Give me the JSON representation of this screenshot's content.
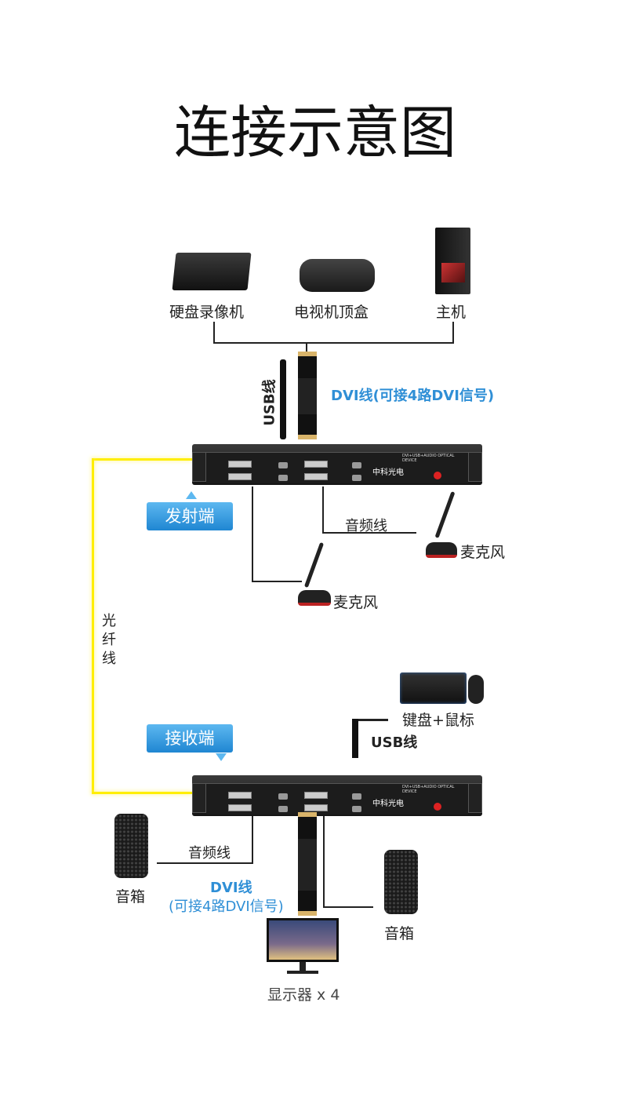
{
  "title": "连接示意图",
  "sources": {
    "dvr": "硬盘录像机",
    "stb": "电视机顶盒",
    "pc": "主机"
  },
  "cables": {
    "usb_top": "USB线",
    "dvi_top": "DVI线(可接4路DVI信号)",
    "audio_tx": "音频线",
    "fiber": "光纤线",
    "usb_bottom": "USB线",
    "audio_rx": "音频线",
    "dvi_bottom_1": "DVI线",
    "dvi_bottom_2": "(可接4路DVI信号)"
  },
  "badges": {
    "tx": "发射端",
    "rx": "接收端"
  },
  "device": {
    "model": "DVI+USB+AUDIO OPTICAL DEVICE",
    "brand": "中科光电"
  },
  "peripherals": {
    "mic1": "麦克风",
    "mic2": "麦克风",
    "kbm": "键盘+鼠标",
    "speaker_left": "音箱",
    "speaker_right": "音箱",
    "monitor": "显示器 x 4"
  },
  "colors": {
    "accent": "#2f8fd6",
    "fiber": "#ffee00"
  }
}
